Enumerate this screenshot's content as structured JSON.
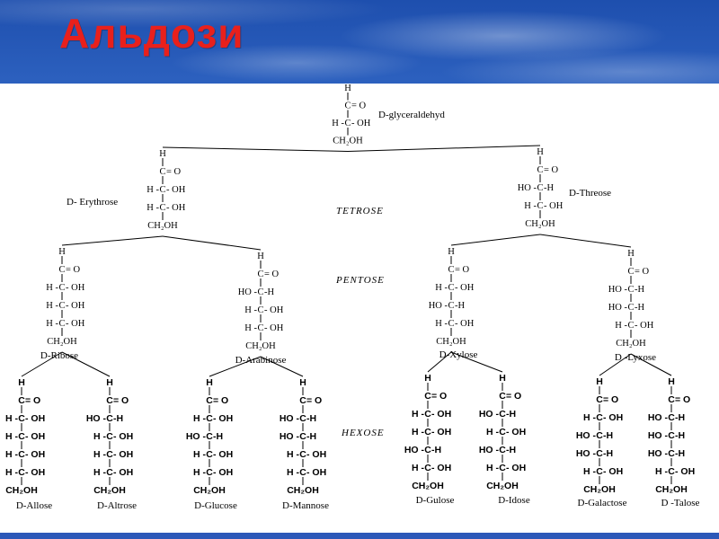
{
  "title": "Альдози",
  "categories": {
    "tetrose": "TETROSE",
    "pentose": "PENTOSE",
    "hexose": "HEXOSE"
  },
  "molecules": [
    {
      "id": "glyceraldehyde",
      "name": "D-glyceraldehyd",
      "lines": [
        "H",
        "C = O",
        "H - C - OH",
        "CH₂OH"
      ]
    },
    {
      "id": "erythrose",
      "name": "D- Erythrose",
      "lines": [
        "H",
        "C = O",
        "H - C - OH",
        "H - C - OH",
        "CH₂OH"
      ]
    },
    {
      "id": "threose",
      "name": "D-Threose",
      "lines": [
        "H",
        "C = O",
        "HO - C -H",
        "H - C - OH",
        "CH₂OH"
      ]
    },
    {
      "id": "ribose",
      "name": "D-Ribose",
      "lines": [
        "H",
        "C = O",
        "H - C - OH",
        "H - C - OH",
        "H - C - OH",
        "CH₂OH"
      ]
    },
    {
      "id": "arabinose",
      "name": "D-Arabinose",
      "lines": [
        "H",
        "C = O",
        "HO - C -H",
        "H - C - OH",
        "H - C - OH",
        "CH₂OH"
      ]
    },
    {
      "id": "xylose",
      "name": "D-Xylose",
      "lines": [
        "H",
        "C = O",
        "H - C - OH",
        "HO - C -H",
        "H - C - OH",
        "CH₂OH"
      ]
    },
    {
      "id": "lyxose",
      "name": "D -Lyxose",
      "lines": [
        "H",
        "C = O",
        "HO - C -H",
        "HO - C -H",
        "H - C - OH",
        "CH₂OH"
      ]
    },
    {
      "id": "allose",
      "name": "D-Allose",
      "lines": [
        "H",
        "C = O",
        "H - C - OH",
        "H - C - OH",
        "H - C - OH",
        "H - C - OH",
        "CH₂OH"
      ]
    },
    {
      "id": "altrose",
      "name": "D-Altrose",
      "lines": [
        "H",
        "C = O",
        "HO - C -H",
        "H - C - OH",
        "H - C - OH",
        "H - C - OH",
        "CH₂OH"
      ]
    },
    {
      "id": "glucose",
      "name": "D-Glucose",
      "lines": [
        "H",
        "C = O",
        "H - C - OH",
        "HO - C -H",
        "H - C - OH",
        "H - C - OH",
        "CH₂OH"
      ]
    },
    {
      "id": "mannose",
      "name": "D-Mannose",
      "lines": [
        "H",
        "C = O",
        "HO - C -H",
        "HO - C -H",
        "H - C - OH",
        "H - C - OH",
        "CH₂OH"
      ]
    },
    {
      "id": "gulose",
      "name": "D-Gulose",
      "lines": [
        "H",
        "C = O",
        "H - C - OH",
        "H - C - OH",
        "HO - C -H",
        "H - C - OH",
        "CH₂OH"
      ]
    },
    {
      "id": "idose",
      "name": "D-Idose",
      "lines": [
        "H",
        "C = O",
        "HO - C -H",
        "H - C - OH",
        "HO - C -H",
        "H - C - OH",
        "CH₂OH"
      ]
    },
    {
      "id": "galactose",
      "name": "D-Galactose",
      "lines": [
        "H",
        "C = O",
        "H - C - OH",
        "HO - C -H",
        "HO - C -H",
        "H - C - OH",
        "CH₂OH"
      ]
    },
    {
      "id": "talose",
      "name": "D -Talose",
      "lines": [
        "H",
        "C = O",
        "HO - C -H",
        "HO - C -H",
        "HO - C -H",
        "H - C - OH",
        "CH₂OH"
      ]
    }
  ]
}
